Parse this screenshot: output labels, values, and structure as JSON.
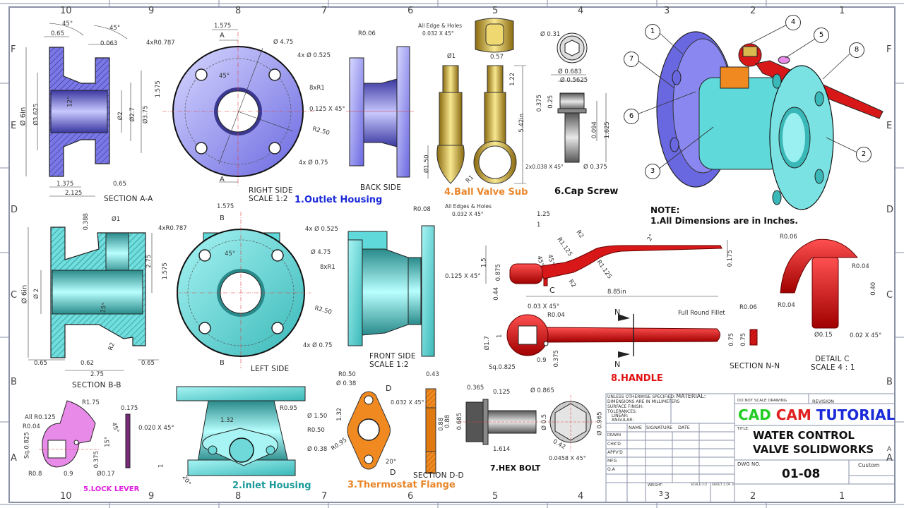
{
  "colors": {
    "outlet": "#7a78e6",
    "inlet": "#5fd9d9",
    "ball": "#d9b850",
    "handle": "#d81818",
    "flange": "#f08a20",
    "lever": "#e88ae8",
    "bolt": "#a0a0a0",
    "blue_text": "#1a2ad8",
    "teal_text": "#1a9a9a",
    "orange_text": "#e8862a",
    "red_text": "#e01010",
    "magenta_text": "#e020e0",
    "logo_cad": "#22cc22",
    "logo_cam": "#e02020",
    "logo_tutorial": "#1a2ad8"
  },
  "zones": {
    "columns_top": [
      "10",
      "9",
      "8",
      "7",
      "6",
      "5",
      "4",
      "3",
      "2",
      "1"
    ],
    "columns_bottom": [
      "10",
      "9",
      "8",
      "7",
      "6",
      "5",
      "4",
      "3",
      "2",
      "1"
    ],
    "rows_left": [
      "F",
      "E",
      "D",
      "C",
      "B",
      "A"
    ],
    "rows_right": [
      "F",
      "E",
      "D",
      "C",
      "B",
      "A"
    ]
  },
  "outlet_housing": {
    "title": "1.Outlet Housing",
    "section_aa": {
      "label": "SECTION A-A",
      "dims": [
        "45°",
        "45°",
        "0.65",
        "0.063",
        "Ø 6in",
        "Ø3.625",
        "12°",
        "Ø2",
        "Ø2.7",
        "Ø3.75",
        "1.375",
        "2.125",
        "0.65"
      ]
    },
    "right_side": {
      "label": "RIGHT SIDE",
      "scale": "SCALE 1:2",
      "dims": [
        "1.575",
        "A",
        "4xR0.787",
        "Ø 4.75",
        "4x Ø 0.525",
        "45°",
        "1.575",
        "8xR1",
        "0.125 X 45°",
        "R2.50",
        "4x Ø 0.75",
        "A"
      ]
    },
    "back_side": {
      "label": "BACK SIDE",
      "dims": [
        "R0.06",
        "All Edge & Holes",
        "0.032 X 45°"
      ]
    }
  },
  "ball_valve_sub": {
    "title": "4.Ball Valve Sub",
    "dims": [
      "Ø1",
      "0.57",
      "1.22",
      "5.42in",
      "Ø1.50",
      "R1"
    ]
  },
  "cap_screw": {
    "title": "6.Cap Screw",
    "dims": [
      "Ø 0.31",
      "Ø 0.683",
      "Ø 0.5625",
      "0.375",
      "0.25",
      "0.094",
      "1.625",
      "2x0.038 X 45°",
      "Ø 0.375"
    ]
  },
  "assembly": {
    "balloons": [
      "1",
      "2",
      "3",
      "4",
      "5",
      "6",
      "7",
      "8"
    ]
  },
  "note": {
    "heading": "NOTE:",
    "line1": "1.All Dimensions are in Inches."
  },
  "inlet_housing": {
    "title": "2.inlet Housing",
    "section_bb": {
      "label": "SECTION B-B",
      "dims": [
        "0.388",
        "Ø1",
        "2.75",
        "Ø 6in",
        "Ø 2",
        "15°",
        "R2",
        "0.65",
        "0.62",
        "0.65",
        "2.75"
      ]
    },
    "left_side": {
      "label": "LEFT SIDE",
      "dims": [
        "1.575",
        "B",
        "4xR0.787",
        "4x Ø 0.525",
        "45°",
        "1.575",
        "Ø 4.75",
        "8xR1",
        "R2.50",
        "4x Ø 0.75",
        "B"
      ]
    },
    "front_side": {
      "label": "FRONT SIDE",
      "scale": "SCALE 1:2",
      "dims": [
        "R0.08",
        "All Edges & Holes",
        "0.032 X 45°",
        "0.125 X 45°"
      ]
    },
    "bottom_view": {
      "dims": [
        "R0.95",
        "Ø 1.50",
        "1.32",
        "R0.50",
        "Ø 0.38",
        "1",
        "20°"
      ]
    }
  },
  "handle": {
    "title": "8.HANDLE",
    "side_dims": [
      "1.25",
      "1",
      "R2",
      "R1.125",
      "2°",
      "45°",
      "45°",
      "R1.125",
      "R2",
      "1.5",
      "0.875",
      "0.44",
      "0.175",
      "C",
      "8.85in",
      "0.03 X 45°"
    ],
    "top_dims": [
      "R0.04",
      "N",
      "Full Round Fillet",
      "Ø1.7",
      "1",
      "0.9",
      "0.375",
      "Sq.0.825",
      "N",
      "0.75"
    ],
    "section_nn": {
      "label": "SECTION N-N",
      "dims": [
        "R0.06",
        "0.75"
      ]
    },
    "detail_c": {
      "label": "DETAIL C",
      "scale": "SCALE 4 : 1",
      "dims": [
        "R0.06",
        "R0.04",
        "R0.04",
        "0.40",
        "Ø0.15",
        "0.02 X 45°"
      ]
    }
  },
  "lock_lever": {
    "title": "5.LOCK LEVER",
    "dims": [
      "R1.75",
      "All R0.125",
      "R0.04",
      "Sq.0.825",
      "45°",
      "15°",
      "0.375",
      "R0.8",
      "0.9",
      "Ø0.17",
      "0.175",
      "0.020 X 45°"
    ]
  },
  "thermostat_flange": {
    "title": "3.Thermostat Flange",
    "section_label": "SECTION D-D",
    "dims": [
      "R0.50",
      "Ø 0.38",
      "D",
      "1.32",
      "R0.95",
      "20°",
      "D",
      "0.43",
      "0.032 X 45°",
      "0.88"
    ]
  },
  "hex_bolt": {
    "title": "7.HEX BOLT",
    "dims": [
      "0.365",
      "0.125",
      "0.88",
      "0.685",
      "Ø 0.5",
      "1.614",
      "Ø 0.865",
      "Ø 0.965",
      "0.42",
      "0.0458 X 45°"
    ]
  },
  "title_block": {
    "unless": "UNLESS OTHERWISE SPECIFIED:",
    "dims_in": "DIMENSIONS ARE IN MILLIMETERS",
    "surface": "SURFACE FINISH:",
    "tolerances": "TOLERANCES:",
    "linear": "LINEAR:",
    "angular": "ANGULAR:",
    "material": "MATERIAL:",
    "name": "NAME",
    "signature": "SIGNATURE",
    "date": "DATE",
    "rows": [
      "DRAWN",
      "CHK'D",
      "APPV'D",
      "MFG",
      "Q.A"
    ],
    "weight": "WEIGHT:",
    "weight_value": "3",
    "scale": "SCALE:1:2",
    "sheet": "SHEET 2 OF 3",
    "do_not_scale": "DO NOT SCALE DRAWING",
    "revision": "REVISION",
    "logo_cad": "CAD",
    "logo_cam": "CAM",
    "logo_tutorial": "TUTORIAL",
    "title_label": "TITLE:",
    "title_line1": "WATER CONTROL",
    "title_line2": "VALVE SOLIDWORKS",
    "rev_letter": "A",
    "dwg_no_label": "DWG NO.",
    "dwg_no": "01-08",
    "custom": "Custom"
  }
}
